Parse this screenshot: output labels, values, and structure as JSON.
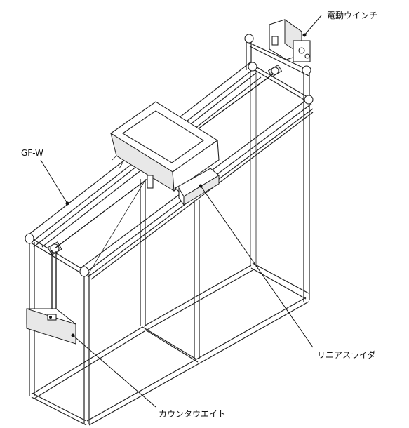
{
  "labels": {
    "winch": "電動ウインチ",
    "rail": "GF-W",
    "slider": "リニアスライダ",
    "counterweight": "カウンタウエイト"
  },
  "colors": {
    "line": "#222222",
    "background": "#ffffff"
  }
}
